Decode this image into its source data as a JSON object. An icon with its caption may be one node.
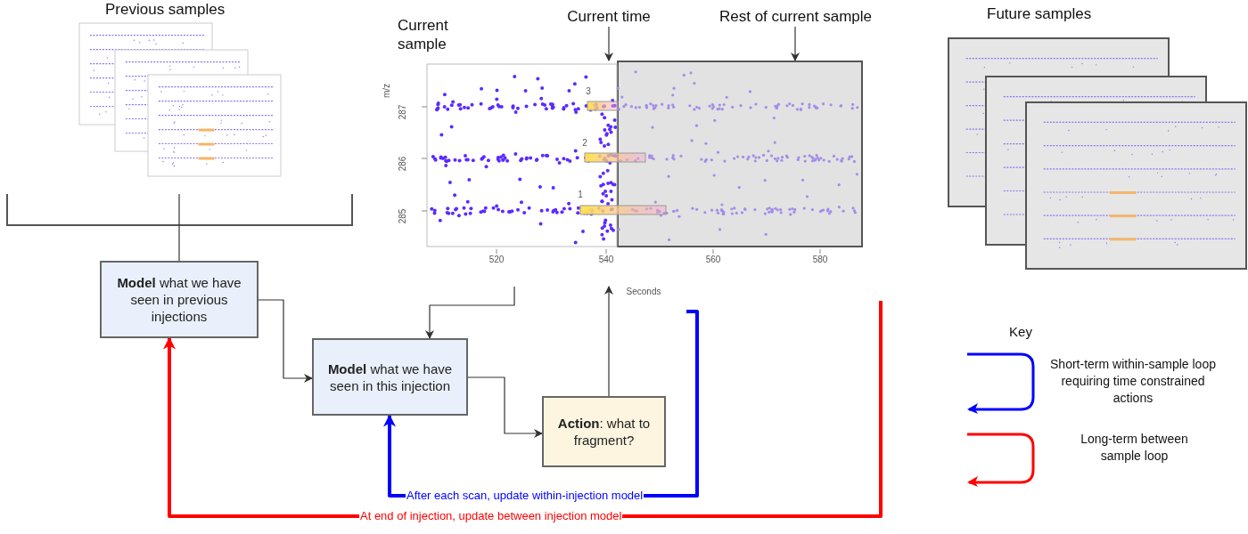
{
  "diagram": {
    "nodes": [
      {
        "text": [
          "Previous samples"
        ]
      },
      {
        "text": [],
        "shape": "picture"
      },
      {
        "text": [
          "Future samples"
        ]
      },
      {
        "text": [
          "**Model** what we have seen in previous injections"
        ]
      },
      {
        "text": [
          "**Model** what we have seen in this injection"
        ]
      },
      {
        "text": [
          "**Action**: what to fragment?"
        ]
      },
      {
        "text": [
          "Current time"
        ]
      },
      {
        "text": [
          "Rest of current sample"
        ]
      },
      {
        "text": [],
        "shape": "box",
        "in": 1
      }
    ],
    "edges": [
      {
        "from": 0,
        "to": 3,
        "arrow": "none"
      },
      {
        "from": 3,
        "to": 4,
        "arrow": "to"
      },
      {
        "from": 1,
        "to": 4,
        "arrow": "to"
      },
      {
        "from": 4,
        "to": 5,
        "arrow": "to"
      },
      {
        "from": 5,
        "to": 1,
        "arrow": "to"
      },
      {
        "from": null,
        "to": 4,
        "arrow": "to",
        "label": "After each scan, update within-injection model",
        "style": "thick",
        "color": "#0000ff"
      },
      {
        "from": null,
        "to": 3,
        "arrow": "to",
        "label": "At end of injection, update between injection model",
        "style": "thick",
        "color": "#ff0000"
      },
      {
        "from": 6,
        "to": 1,
        "arrow": "to"
      },
      {
        "from": 7,
        "to": 8,
        "arrow": "to"
      }
    ],
    "labels": [
      "Current sample",
      "m/z",
      "3",
      "287",
      "2",
      "286",
      "1",
      "285",
      "520",
      "540",
      "560",
      "580",
      "Seconds",
      "Key"
    ],
    "legend": [
      {
        "text": "Short-term within-sample loop requiring time constrained actions"
      },
      {
        "text": "Long-term between sample loop"
      }
    ]
  }
}
